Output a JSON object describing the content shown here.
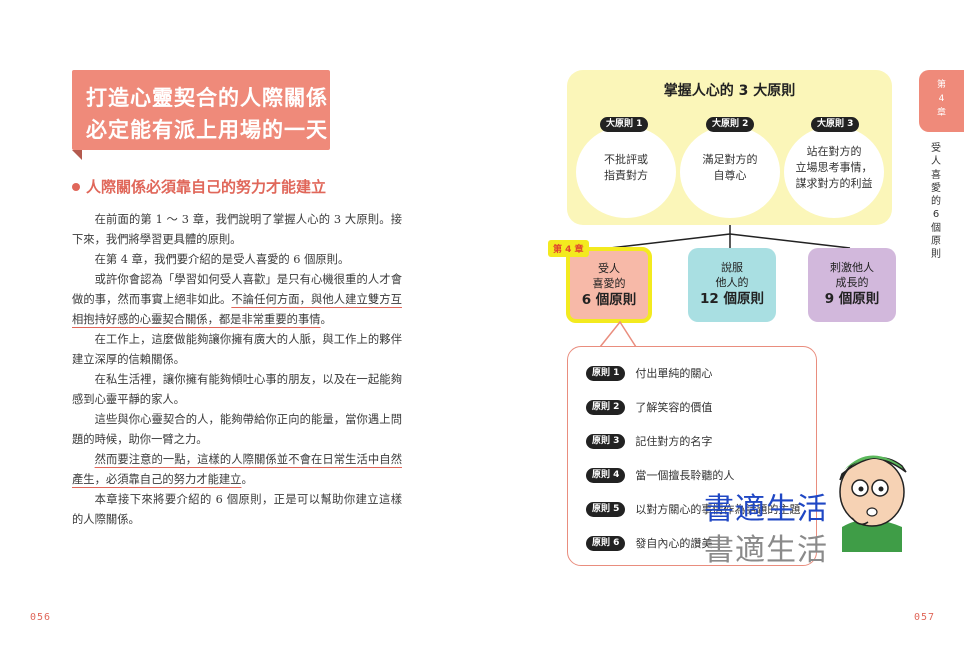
{
  "left_page": {
    "title_lines": [
      "打造心靈契合的人際關係，",
      "必定能有派上用場的一天"
    ],
    "section_heading": "人際關係必須靠自己的努力才能建立",
    "paragraphs": [
      [
        {
          "t": "在前面的第 1 ～ 3 章，我們說明了掌握人心的 3 大原則。接下來，我們將學習更具體的原則。"
        }
      ],
      [
        {
          "t": "在第 4 章，我們要介紹的是受人喜愛的 6 個原則。"
        }
      ],
      [
        {
          "t": "或許你會認為「學習如何受人喜歡」是只有心機很重的人才會做的事，然而事實上絕非如此。"
        },
        {
          "t": "不論任何方面，與他人建立雙方互相抱持好感的心靈契合關係，都是非常重要的事情",
          "u": true
        },
        {
          "t": "。"
        }
      ],
      [
        {
          "t": "在工作上，這麼做能夠讓你擁有廣大的人脈，與工作上的夥伴建立深厚的信賴關係。"
        }
      ],
      [
        {
          "t": "在私生活裡，讓你擁有能夠傾吐心事的朋友，以及在一起能夠感到心靈平靜的家人。"
        }
      ],
      [
        {
          "t": "這些與你心靈契合的人，能夠帶給你正向的能量，當你遇上問題的時候，助你一臂之力。"
        }
      ],
      [
        {
          "t": "然而要注意的一點，這樣的人際關係並不會在日常生活中自然產生，必須靠自己的努力才能建立",
          "u": true
        },
        {
          "t": "。"
        }
      ],
      [
        {
          "t": "本章接下來將要介紹的 6 個原則，正是可以幫助你建立這樣的人際關係。"
        }
      ]
    ],
    "page_number": "056"
  },
  "right_page": {
    "diagram_title": "掌握人心的 3 大原則",
    "principles": [
      {
        "tag": "大原則 1",
        "lines": [
          "不批評或",
          "指責對方"
        ]
      },
      {
        "tag": "大原則 2",
        "lines": [
          "滿足對方的",
          "自尊心"
        ]
      },
      {
        "tag": "大原則 3",
        "lines": [
          "站在對方的",
          "立場思考事情，",
          "謀求對方的利益"
        ]
      }
    ],
    "chapter4_tag": "第 4 章",
    "chapters": [
      {
        "lines": [
          "受人",
          "喜愛的"
        ],
        "big": "6 個原則",
        "color": "#f7b9a8"
      },
      {
        "lines": [
          "說服",
          "他人的"
        ],
        "big": "12 個原則",
        "color": "#a9dfe2"
      },
      {
        "lines": [
          "刺激他人",
          "成長的"
        ],
        "big": "9 個原則",
        "color": "#d2b8dc"
      }
    ],
    "rules": [
      {
        "tag": "原則 1",
        "text": "付出單純的關心"
      },
      {
        "tag": "原則 2",
        "text": "了解笑容的價值"
      },
      {
        "tag": "原則 3",
        "text": "記住對方的名字"
      },
      {
        "tag": "原則 4",
        "text": "當一個擅長聆聽的人"
      },
      {
        "tag": "原則 5",
        "text": "以對方關心的事情作為話題的主題"
      },
      {
        "tag": "原則 6",
        "text": "發自內心的讚美"
      }
    ],
    "chapter_tab": {
      "label_top": "第",
      "number": "4",
      "label_bottom": "章"
    },
    "vertical_title": "受人喜愛的6個原則",
    "watermark": "書適生活",
    "page_number": "057"
  },
  "colors": {
    "accent": "#ef8a7a",
    "yellow_panel": "#fbf6b9",
    "highlight": "#f3ea1f",
    "watermark_blue": "#1f47c4"
  }
}
